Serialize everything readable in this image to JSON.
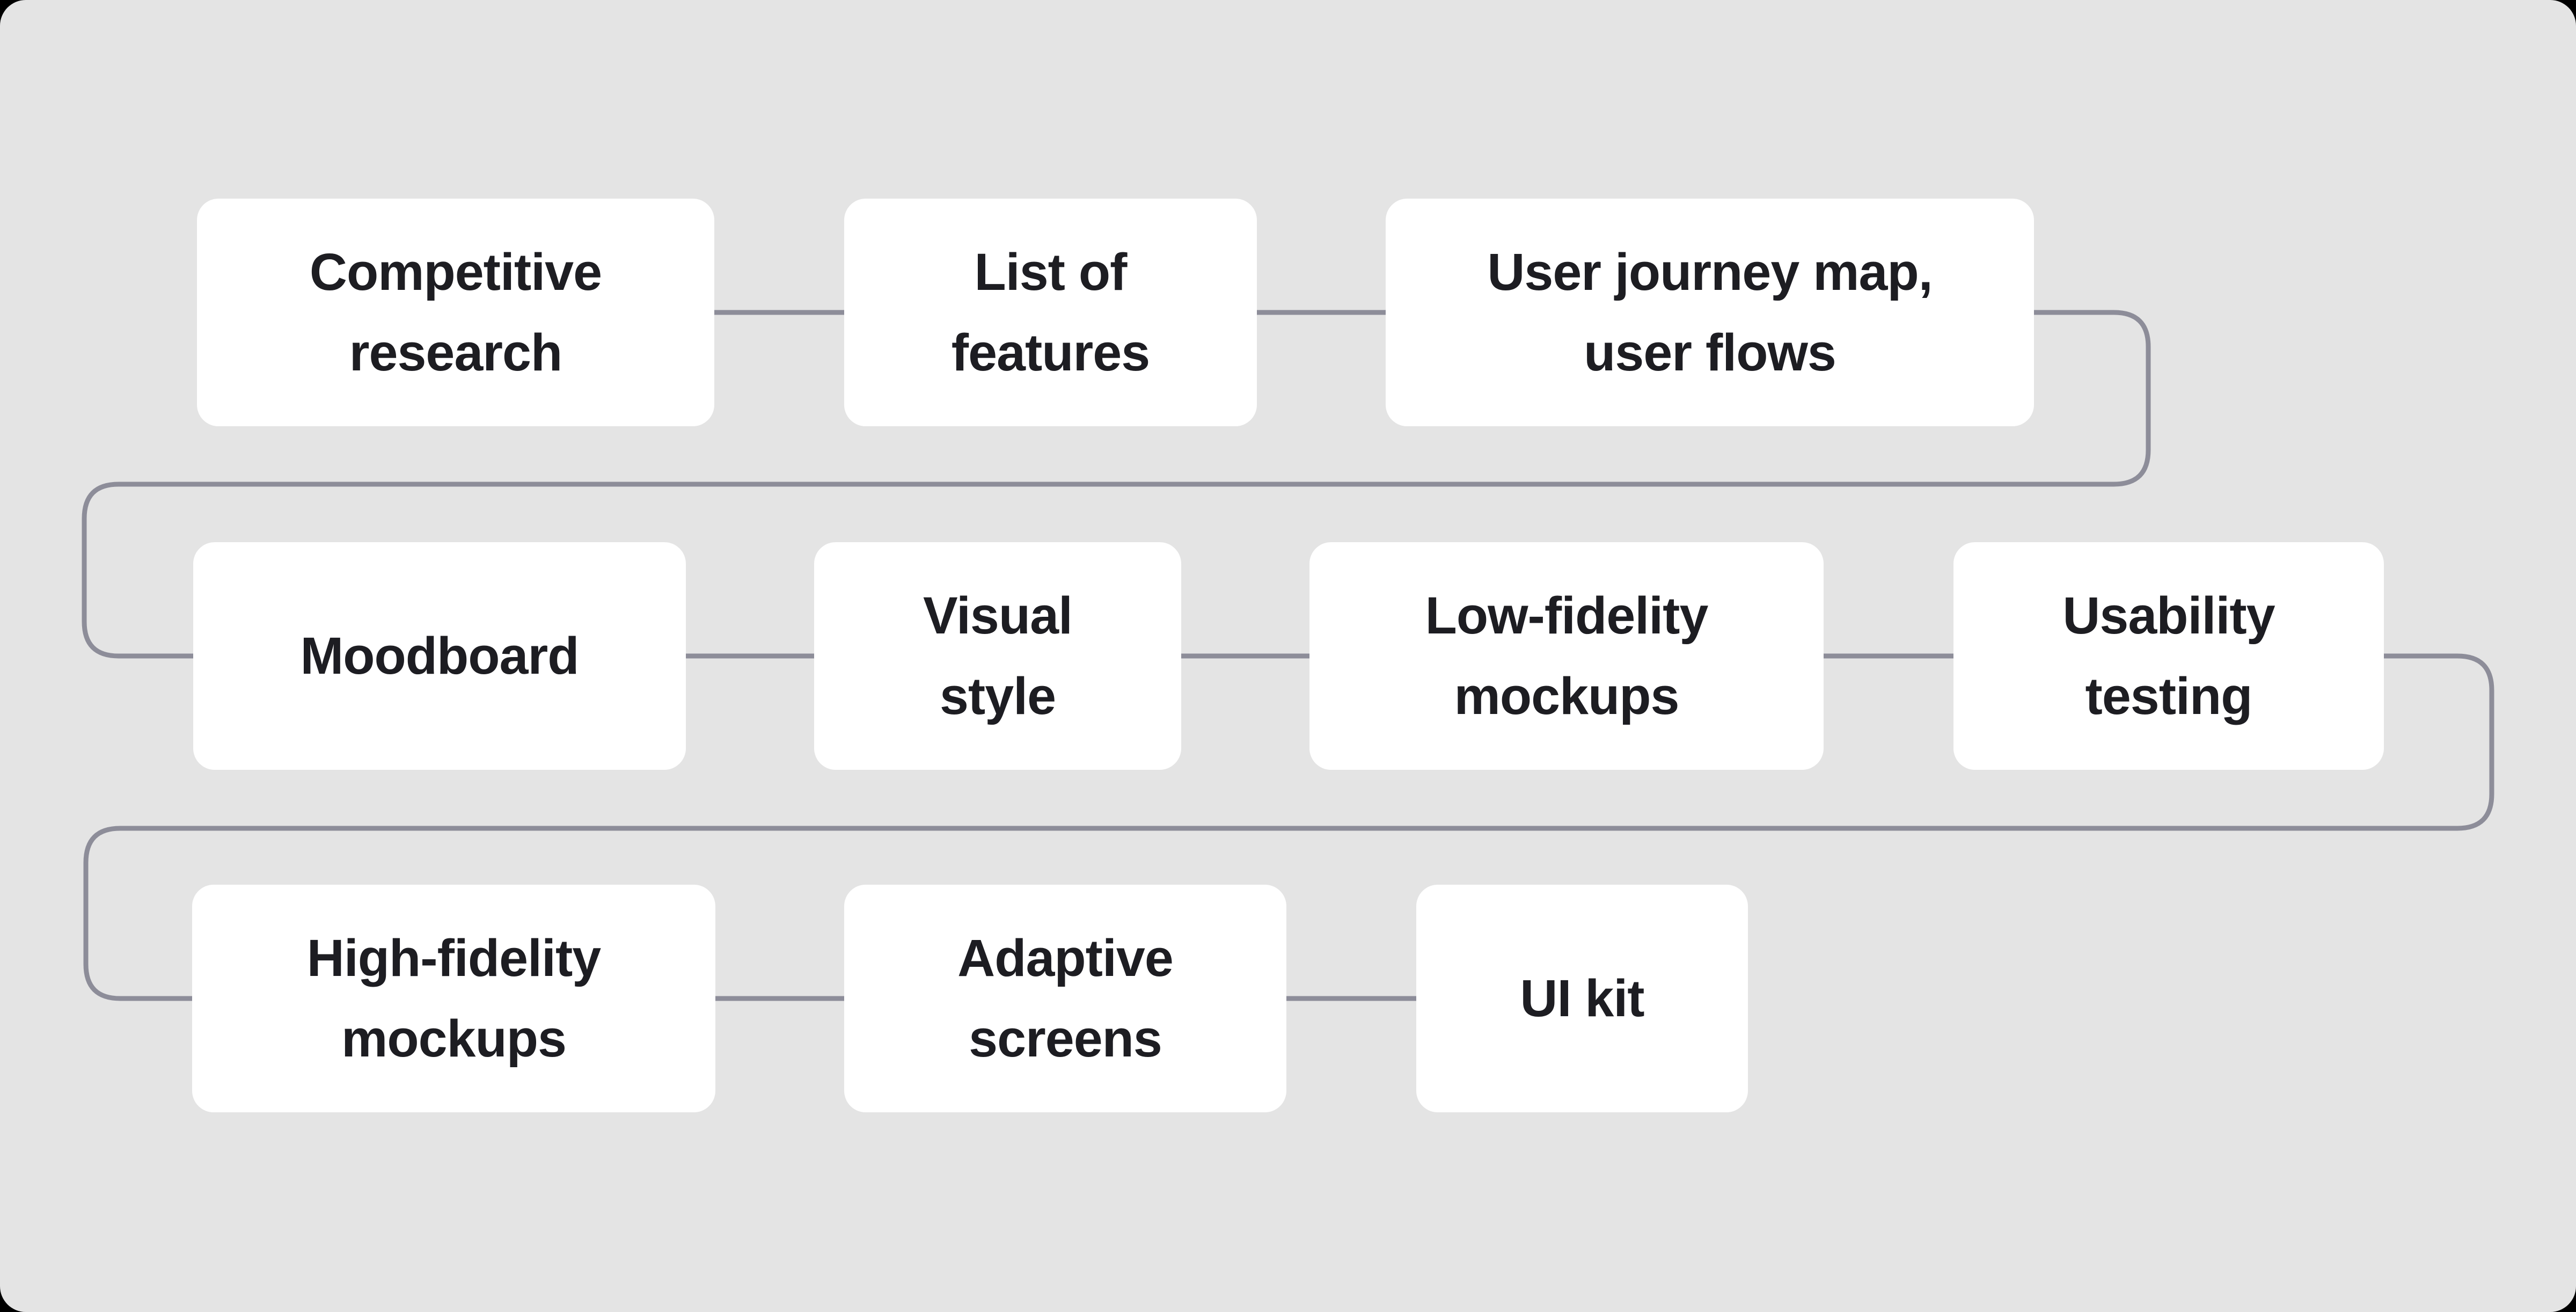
{
  "colors": {
    "background": "#000000",
    "panel": "#e4e4e4",
    "box": "#ffffff",
    "connector": "#8d8d99",
    "text": "#1d1d22"
  },
  "diagram": {
    "type": "flowchart",
    "rows": [
      {
        "boxes": [
          {
            "label": "Competitive research",
            "lines": [
              "Competitive",
              "research"
            ]
          },
          {
            "label": "List of features",
            "lines": [
              "List of",
              "features"
            ]
          },
          {
            "label": "User journey map, user flows",
            "lines": [
              "User journey map,",
              "user flows"
            ]
          }
        ]
      },
      {
        "boxes": [
          {
            "label": "Moodboard",
            "lines": [
              "Moodboard"
            ]
          },
          {
            "label": "Visual style",
            "lines": [
              "Visual",
              "style"
            ]
          },
          {
            "label": "Low-fidelity mockups",
            "lines": [
              "Low-fidelity",
              "mockups"
            ]
          },
          {
            "label": "Usability testing",
            "lines": [
              "Usability",
              "testing"
            ]
          }
        ]
      },
      {
        "boxes": [
          {
            "label": "High-fidelity mockups",
            "lines": [
              "High-fidelity",
              "mockups"
            ]
          },
          {
            "label": "Adaptive screens",
            "lines": [
              "Adaptive",
              "screens"
            ]
          },
          {
            "label": "UI kit",
            "lines": [
              "UI kit"
            ]
          }
        ]
      }
    ]
  }
}
